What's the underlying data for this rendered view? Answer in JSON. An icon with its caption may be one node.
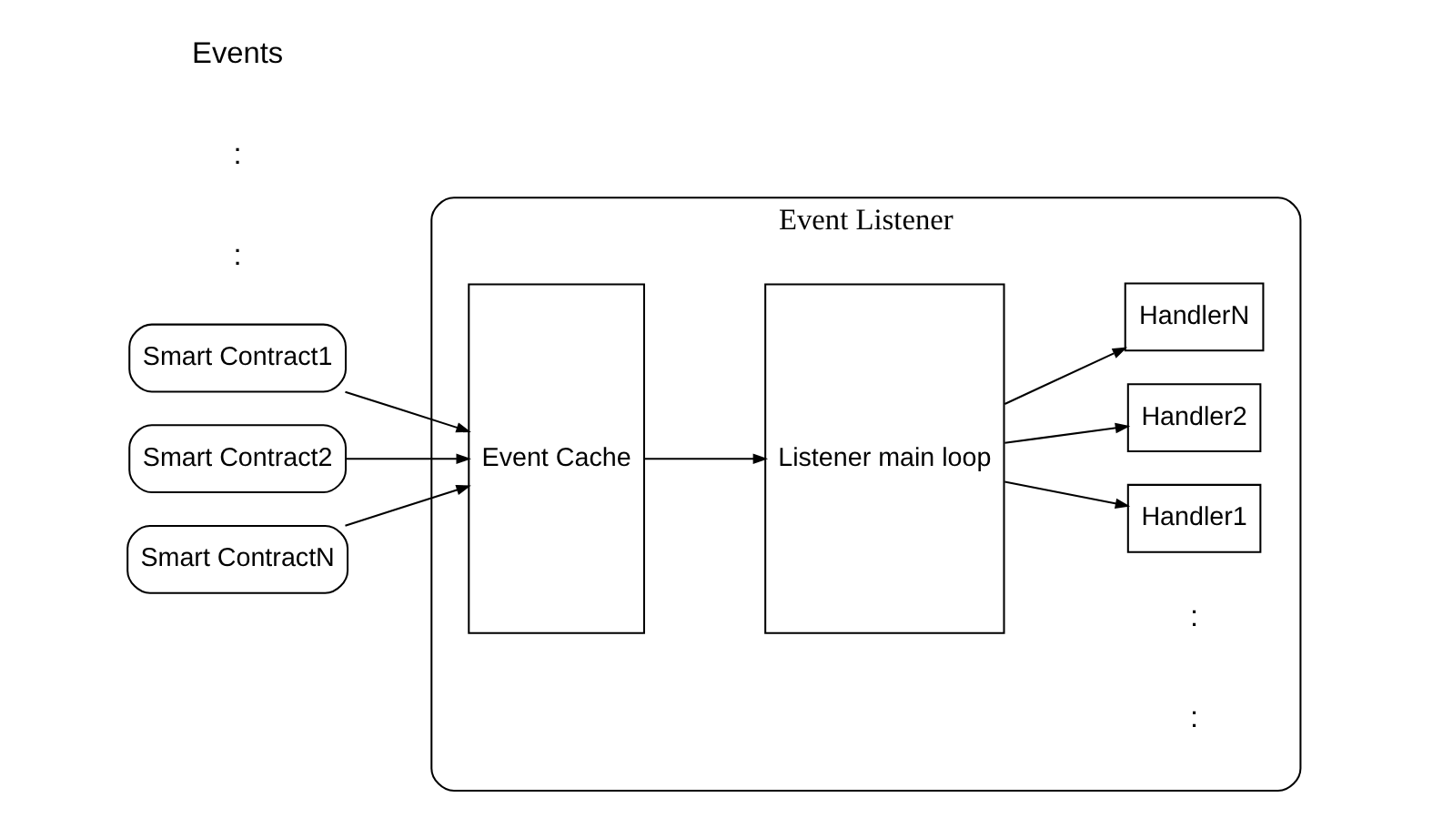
{
  "diagram": {
    "nodes": [
      {
        "text": [
          "Event Listener"
        ]
      },
      {
        "text": [
          "Smart Contract1"
        ]
      },
      {
        "text": [
          "Smart Contract2"
        ]
      },
      {
        "text": [
          "Smart ContractN"
        ]
      },
      {
        "text": [
          "Event Cache"
        ],
        "in": 0
      },
      {
        "text": [
          "Listener main loop"
        ],
        "in": 0
      },
      {
        "text": [
          "Handler1"
        ],
        "in": 0
      },
      {
        "text": [
          "Handler2"
        ],
        "in": 0
      },
      {
        "text": [
          "HandlerN"
        ],
        "in": 0
      }
    ],
    "edges": [
      {
        "from": 1,
        "to": 4,
        "arrow": "to"
      },
      {
        "from": 2,
        "to": 4,
        "arrow": "to"
      },
      {
        "from": 3,
        "to": 4,
        "arrow": "to"
      },
      {
        "from": 4,
        "to": 5,
        "arrow": "to"
      },
      {
        "from": 5,
        "to": 6,
        "arrow": "to"
      },
      {
        "from": 5,
        "to": 7,
        "arrow": "to"
      },
      {
        "from": 5,
        "to": 8,
        "arrow": "to"
      }
    ],
    "labels": [
      ":",
      ":",
      "Events",
      ":",
      ":"
    ]
  }
}
